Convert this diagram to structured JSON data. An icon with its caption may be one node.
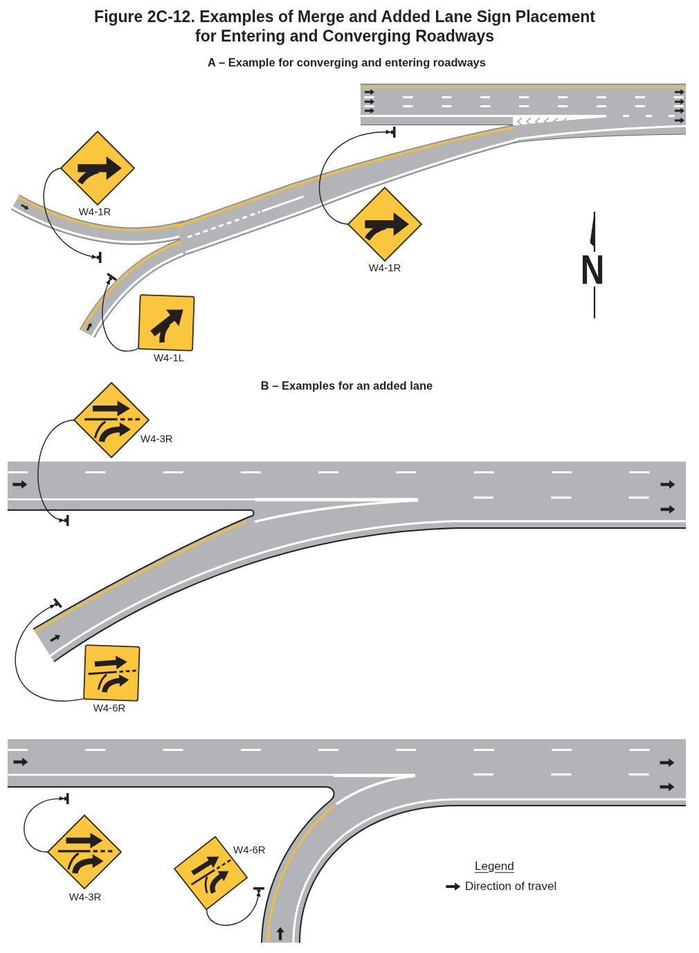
{
  "diagram": {
    "title": "Figure 2C-12. Examples of Merge and Added Lane Sign Placement for Entering and Converging Roadways",
    "nodes": [
      {
        "text": [],
        "shape": "diamond",
        "beside": [
          "W4-1R"
        ]
      },
      {
        "text": [],
        "shape": "bar"
      },
      {
        "text": [],
        "shape": "bar"
      },
      {
        "text": [],
        "shape": "box",
        "beside": [
          "W4-1L"
        ]
      },
      {
        "text": [],
        "shape": "bar"
      },
      {
        "text": [],
        "shape": "diamond",
        "beside": [
          "W4-1R"
        ]
      },
      {
        "text": [],
        "shape": "diamond",
        "beside": [
          "W4-3R"
        ]
      },
      {
        "text": [],
        "shape": "bar"
      },
      {
        "text": [],
        "shape": "bar"
      },
      {
        "text": [],
        "shape": "box",
        "beside": [
          "W4-6R"
        ]
      },
      {
        "text": [],
        "shape": "bar"
      },
      {
        "text": [],
        "shape": "diamond",
        "beside": [
          "W4-3R"
        ]
      },
      {
        "text": [],
        "shape": "diamond",
        "beside": [
          "W4-6R"
        ]
      },
      {
        "text": [],
        "shape": "bar"
      }
    ],
    "edges": [
      {
        "from": 0,
        "to": 1,
        "arrow": "to"
      },
      {
        "from": 3,
        "to": 2,
        "arrow": "to"
      },
      {
        "from": 5,
        "to": 4,
        "arrow": "to"
      },
      {
        "from": 6,
        "to": 7,
        "arrow": "to"
      },
      {
        "from": 9,
        "to": 8,
        "arrow": "to"
      },
      {
        "from": 11,
        "to": 10,
        "arrow": "to"
      },
      {
        "from": 12,
        "to": 13,
        "arrow": "to"
      }
    ],
    "labels": [
      "A – Example for converging and entering roadways",
      "N",
      "B – Examples for an added lane",
      "Legend"
    ],
    "legend": [
      {
        "text": "Direction of travel"
      }
    ]
  }
}
